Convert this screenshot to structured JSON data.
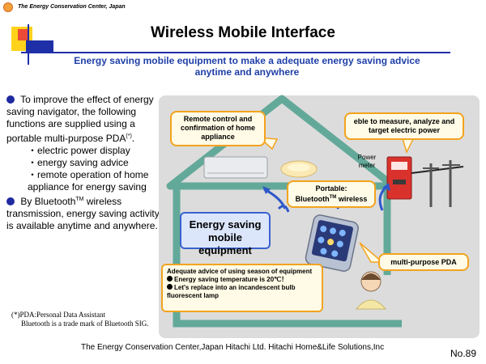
{
  "header": {
    "org_name": "The Energy Conservation Center, Japan",
    "title": "Wireless Mobile Interface",
    "subtitle": "Energy saving mobile equipment to make a adequate energy saving advice anytime and anywhere"
  },
  "left_text": {
    "para1": "To improve the effect of energy saving navigator, the following functions are supplied using a portable multi-purpose PDA",
    "para1_note": "(*)",
    "para1_end": ".",
    "functions": [
      "・electric power display",
      "・energy saving advice",
      "・remote operation of home appliance for energy saving"
    ],
    "para2_pre": "By Bluetooth",
    "para2_tm": "TM",
    "para2_post": " wireless transmission,  energy saving activity is available anytime and anywhere."
  },
  "diagram": {
    "remote_control": "Remote control and confirmation of home appliance",
    "measure": "eble to measure, analyze and target electric power",
    "power_meter": "Power meter",
    "portable_line1": "Portable:",
    "portable_pre": "Bluetooth",
    "portable_tm": "TM",
    "portable_post": " wireless",
    "esme": "Energy saving mobile equipment",
    "pda_label": "multi-purpose PDA",
    "advice_title": "Adequate advice of using season of equipment",
    "advice_1": "Energy saving temperature is 20℃！",
    "advice_2": "Let's replace into an incandescent bulb fluorescent lamp"
  },
  "footnotes": {
    "pda": "(*)PDA:Personal Data Assistant",
    "bluetooth": "Bluetooth is a trade mark of Bluetooth SIG."
  },
  "footer": {
    "credits": "The Energy Conservation Center,Japan  Hitachi Ltd. Hitachi Home&Life Solutions,Inc",
    "page_number": "No.89"
  },
  "colors": {
    "accent_blue": "#1f3fa8",
    "callout_border": "#f3a31e",
    "callout_fill": "#fffbe6",
    "highlight_yellow": "#ffd21c"
  }
}
